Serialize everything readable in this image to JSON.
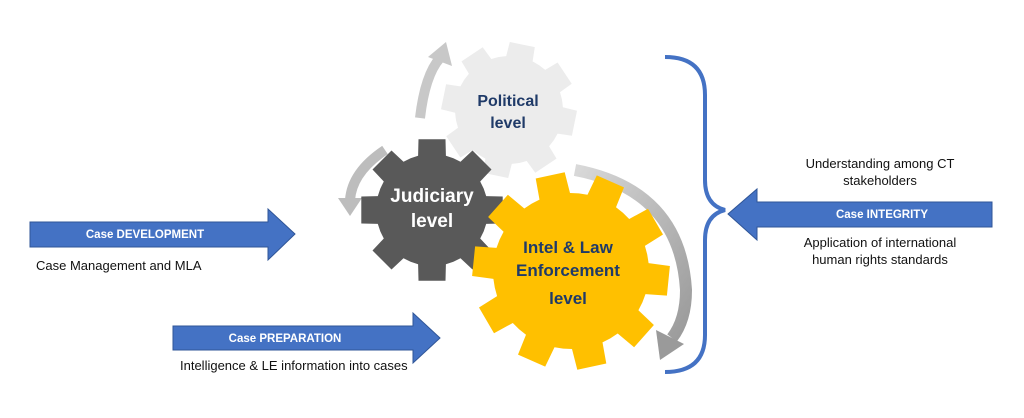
{
  "gears": {
    "political": {
      "line1": "Political",
      "line2": "level",
      "color": "#ececec",
      "text_color": "#1f3a68"
    },
    "judiciary": {
      "line1": "Judiciary",
      "line2": "level",
      "color": "#595959",
      "text_color": "#ffffff"
    },
    "intel": {
      "line1": "Intel & Law",
      "line2": "Enforcement",
      "line3": "level",
      "color": "#ffc000",
      "text_color": "#1f3a68"
    }
  },
  "arrows": {
    "development": {
      "label": "Case DEVELOPMENT",
      "caption": "Case Management and MLA"
    },
    "preparation": {
      "label": "Case PREPARATION",
      "caption": "Intelligence & LE information into cases"
    },
    "integrity": {
      "label": "Case INTEGRITY"
    }
  },
  "right_notes": {
    "top": [
      "Understanding among CT",
      "stakeholders"
    ],
    "bottom": [
      "Application of international",
      "human rights standards"
    ]
  },
  "colors": {
    "arrow_fill": "#4472c4",
    "arrow_stroke": "#2f5597",
    "bracket": "#4472c4",
    "cycle_arrow": "#a6a6a6"
  }
}
